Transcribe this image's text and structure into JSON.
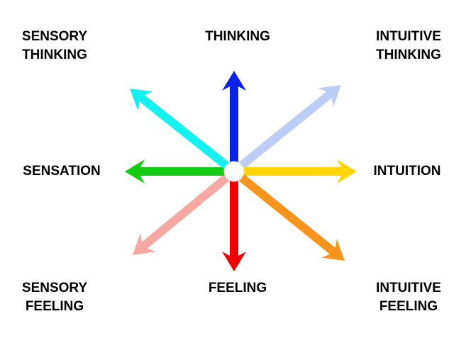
{
  "diagram": {
    "type": "radial-arrow-diagram",
    "center": {
      "label": "",
      "fill": "#ffffff"
    },
    "labels": {
      "sensory_thinking": [
        "SENSORY",
        "THINKING"
      ],
      "thinking": [
        "THINKING"
      ],
      "intuitive_thinking": [
        "INTUITIVE",
        "THINKING"
      ],
      "sensation": [
        "SENSATION"
      ],
      "intuition": [
        "INTUITION"
      ],
      "sensory_feeling": [
        "SENSORY",
        "FEELING"
      ],
      "feeling": [
        "FEELING"
      ],
      "intuitive_feeling": [
        "INTUITIVE",
        "FEELING"
      ]
    },
    "arrows": [
      {
        "name": "thinking",
        "direction": "up",
        "color": "#0a22e6"
      },
      {
        "name": "intuitive-thinking",
        "direction": "up-right",
        "color": "#bccdf7"
      },
      {
        "name": "intuition",
        "direction": "right",
        "color": "#ffd500"
      },
      {
        "name": "intuitive-feeling",
        "direction": "down-right",
        "color": "#f7941d"
      },
      {
        "name": "feeling",
        "direction": "down",
        "color": "#f00000"
      },
      {
        "name": "sensory-feeling",
        "direction": "down-left",
        "color": "#f6a9a1"
      },
      {
        "name": "sensation",
        "direction": "left",
        "color": "#12cc12"
      },
      {
        "name": "sensory-thinking",
        "direction": "up-left",
        "color": "#15f0f0"
      }
    ]
  }
}
